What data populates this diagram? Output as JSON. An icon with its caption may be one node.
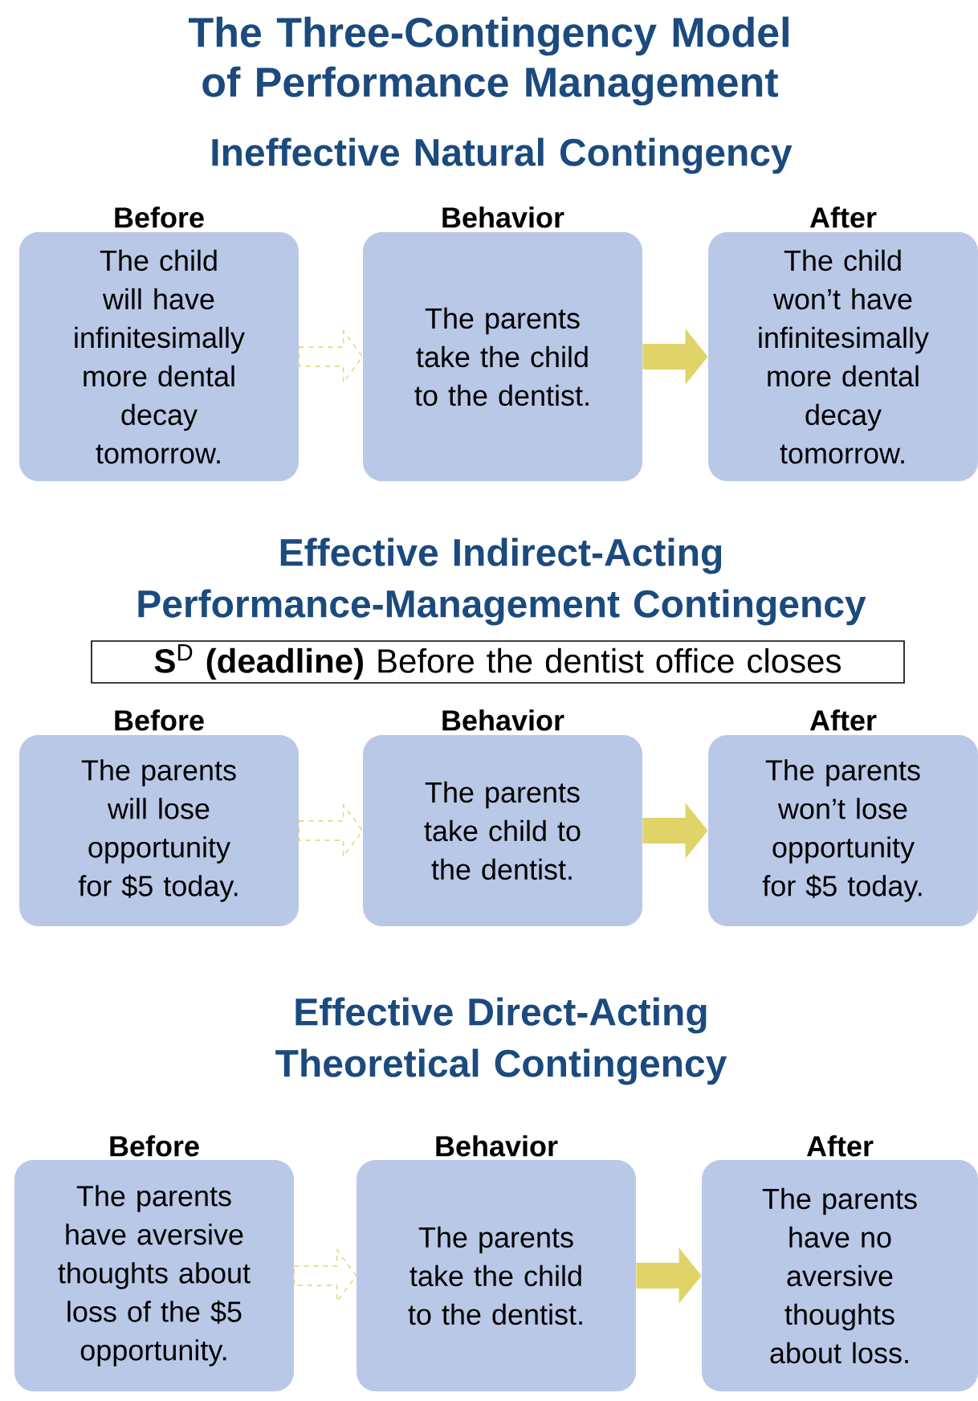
{
  "diagram": {
    "title": "The Three-Contingency Model of Performance Management",
    "nodes": [
      {
        "text": [
          "Before",
          "The child will have infinitesimally more dental decay tomorrow."
        ]
      },
      {
        "text": [
          "Behavior",
          "The parents take the child to the dentist."
        ]
      },
      {
        "text": [
          "After",
          "The child won’t have infinitesimally more dental decay tomorrow."
        ]
      },
      {
        "text": [
          "**S**$^{D}$ **(deadline)** Before the dentist office closes"
        ]
      },
      {
        "text": [
          "Before",
          "The parents will lose opportunity for $5 today."
        ]
      },
      {
        "text": [
          "Behavior",
          "The parents take child to the dentist."
        ]
      },
      {
        "text": [
          "After",
          "The parents won’t lose opportunity for $5 today."
        ]
      },
      {
        "text": [
          "Before",
          "The parents have aversive thoughts about loss of the $5 opportunity."
        ]
      },
      {
        "text": [
          "Behavior",
          "The parents take the child to the dentist."
        ]
      },
      {
        "text": [
          "After",
          "The parents have no aversive thoughts about loss."
        ]
      }
    ],
    "edges": [
      {
        "from": 0,
        "to": 1,
        "arrow": "to",
        "style": "dashed"
      },
      {
        "from": 1,
        "to": 2,
        "arrow": "to"
      },
      {
        "from": 4,
        "to": 5,
        "arrow": "to",
        "style": "dashed"
      },
      {
        "from": 5,
        "to": 6,
        "arrow": "to"
      },
      {
        "from": 7,
        "to": 8,
        "arrow": "to",
        "style": "dashed"
      },
      {
        "from": 8,
        "to": 9,
        "arrow": "to"
      }
    ],
    "labels": [
      "Ineffective Natural Contingency",
      "Effective Indirect-Acting Performance-Management Contingency",
      "Effective Direct-Acting Theoretical Contingency"
    ]
  }
}
